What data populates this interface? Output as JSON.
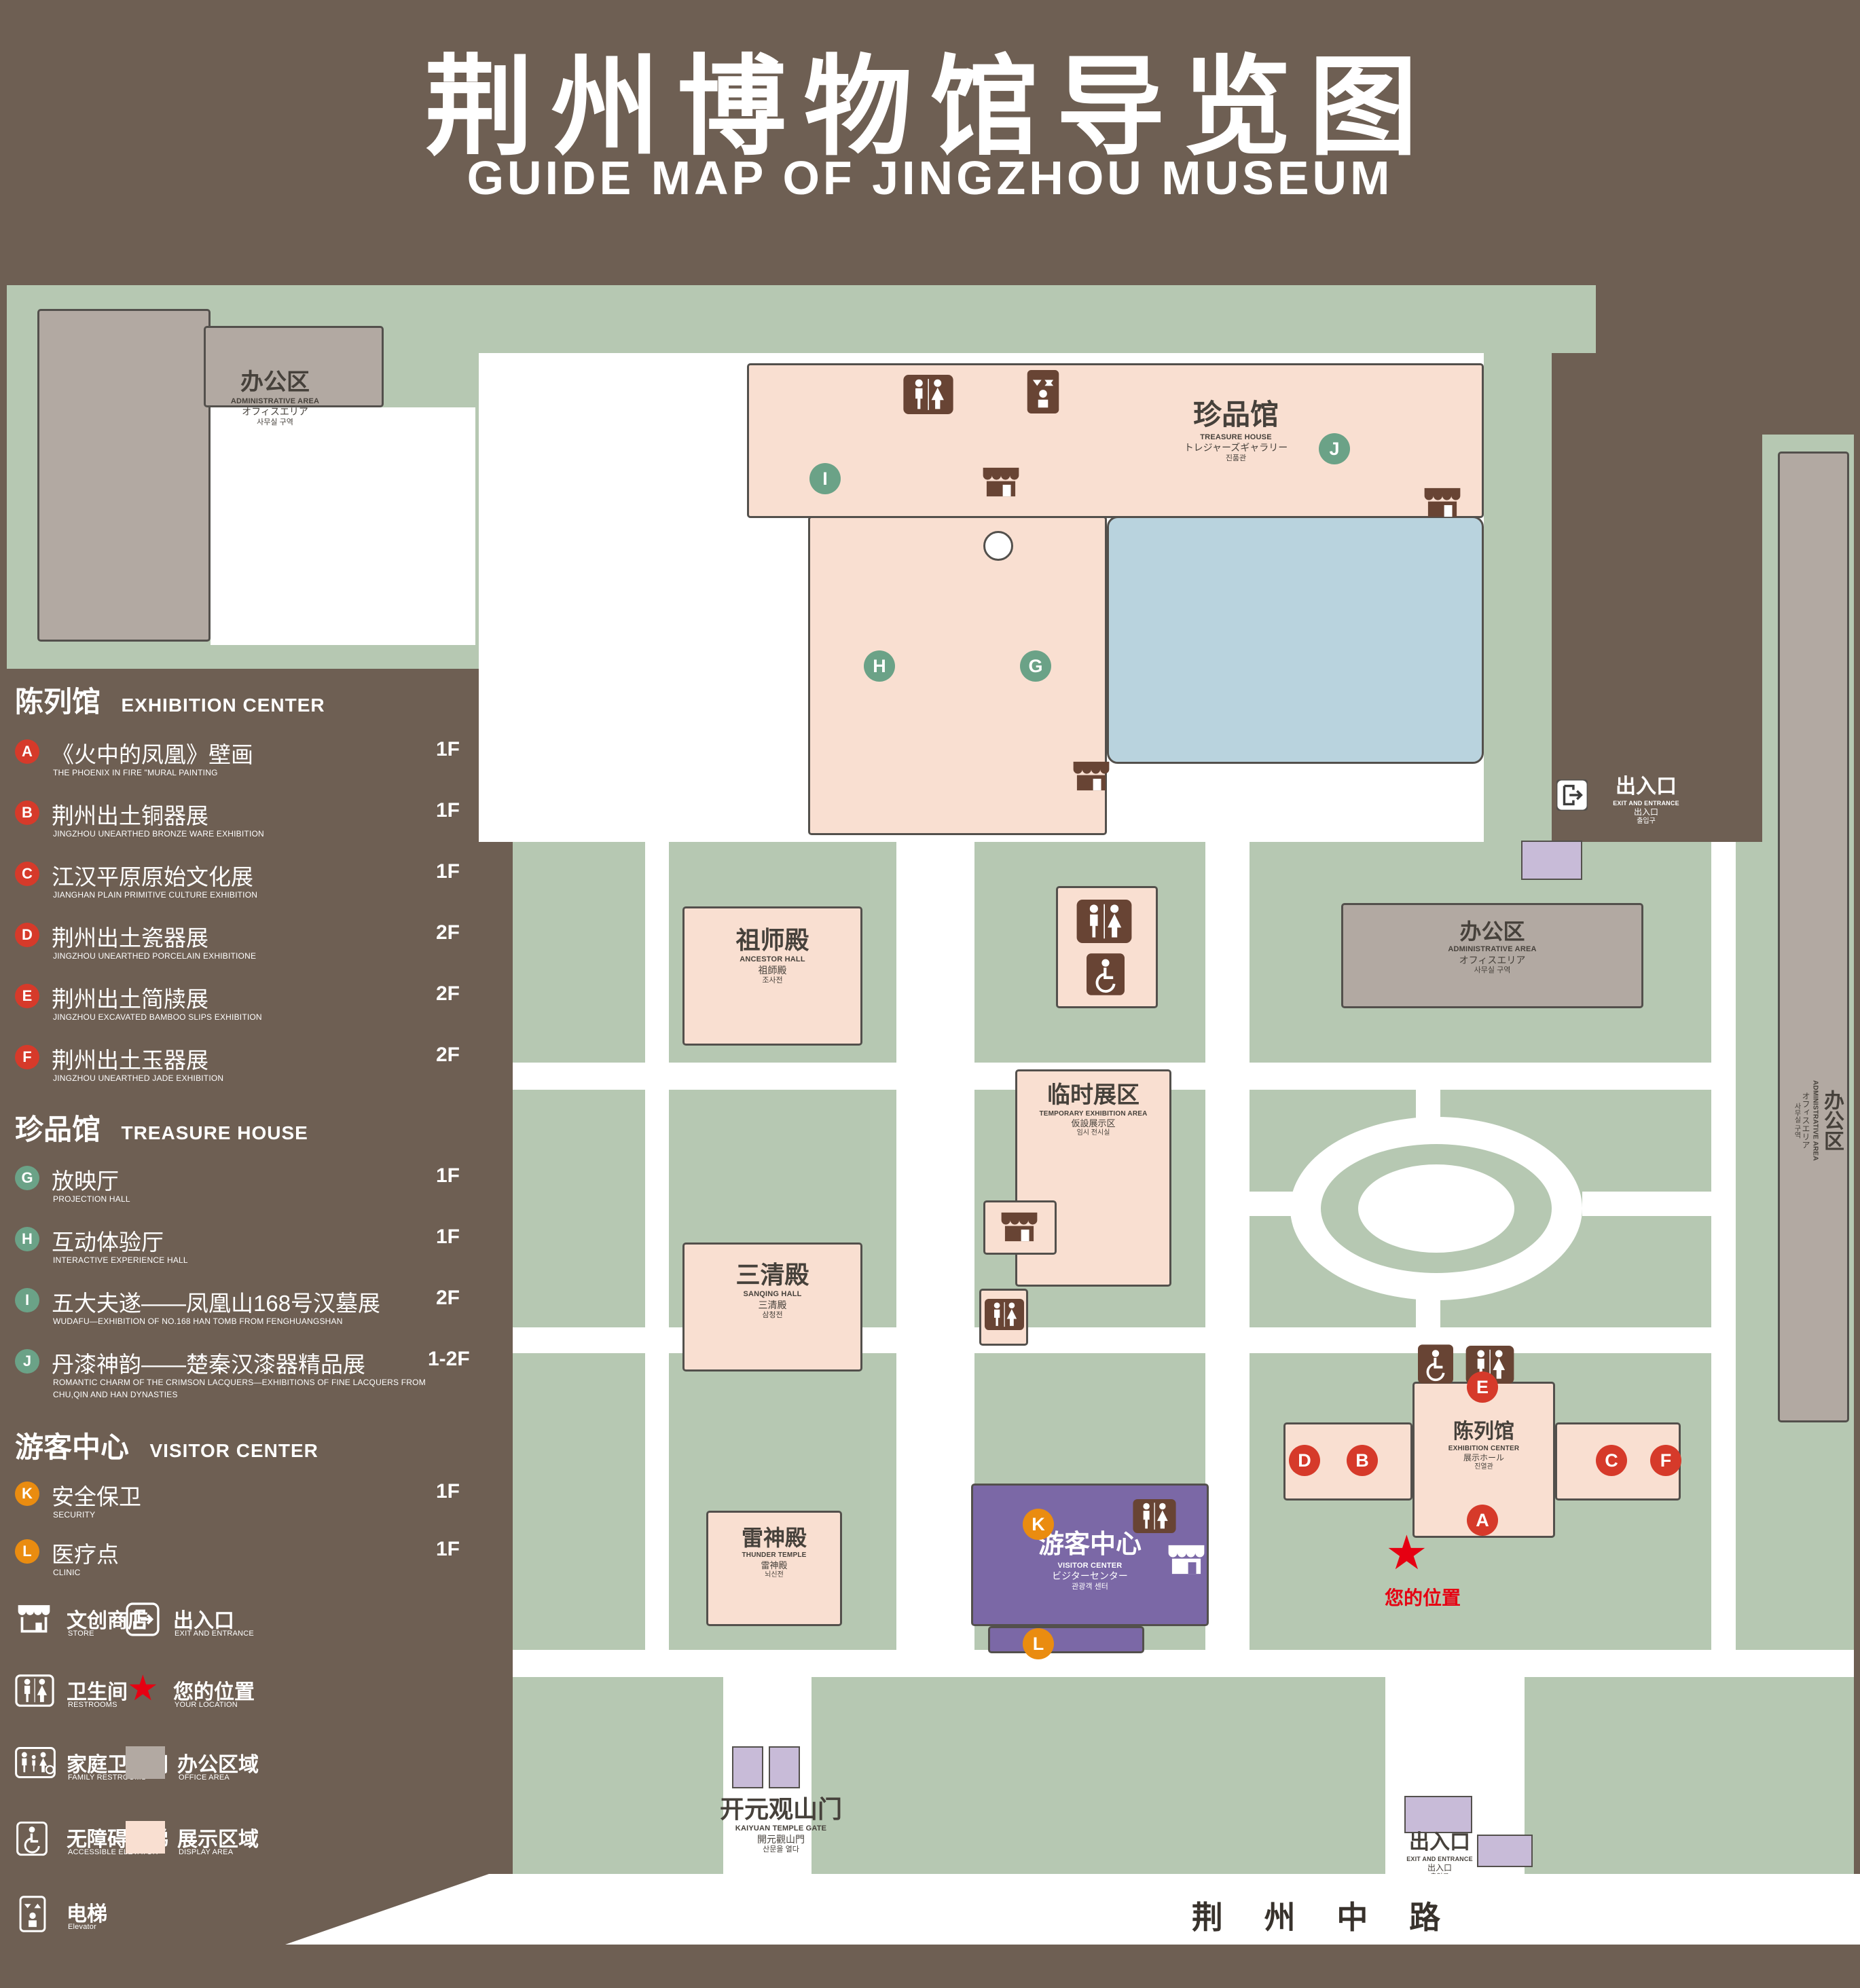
{
  "title": {
    "zh": "荆州博物馆导览图",
    "en": "GUIDE MAP OF JINGZHOU MUSEUM"
  },
  "colors": {
    "background": "#6e5f53",
    "map_green": "#b6c8b2",
    "display_pink": "#f9dfd1",
    "office_gray": "#b2a9a2",
    "visitor_purple": "#7b68a6",
    "pond_blue": "#b9d3de",
    "marker_red": "#d63a2a",
    "marker_green": "#6ba287",
    "marker_orange": "#ea8c10",
    "entrance_lilac": "#c8bbd8",
    "your_location_red": "#e60012"
  },
  "legend": {
    "sections": [
      {
        "zh": "陈列馆",
        "en": "EXHIBITION CENTER",
        "items": [
          {
            "letter": "A",
            "zh": "《火中的凤凰》壁画",
            "en": "THE PHOENIX IN FIRE \"MURAL PAINTING",
            "floor": "1F"
          },
          {
            "letter": "B",
            "zh": "荆州出土铜器展",
            "en": "JINGZHOU UNEARTHED BRONZE WARE EXHIBITION",
            "floor": "1F"
          },
          {
            "letter": "C",
            "zh": "江汉平原原始文化展",
            "en": "JIANGHAN PLAIN PRIMITIVE CULTURE EXHIBITION",
            "floor": "1F"
          },
          {
            "letter": "D",
            "zh": "荆州出土瓷器展",
            "en": "JINGZHOU UNEARTHED PORCELAIN EXHIBITIONE",
            "floor": "2F"
          },
          {
            "letter": "E",
            "zh": "荆州出土简牍展",
            "en": "JINGZHOU EXCAVATED BAMBOO SLIPS EXHIBITION",
            "floor": "2F"
          },
          {
            "letter": "F",
            "zh": "荆州出土玉器展",
            "en": "JINGZHOU UNEARTHED JADE EXHIBITION",
            "floor": "2F"
          }
        ]
      },
      {
        "zh": "珍品馆",
        "en": "TREASURE HOUSE",
        "items": [
          {
            "letter": "G",
            "zh": "放映厅",
            "en": "PROJECTION HALL",
            "floor": "1F"
          },
          {
            "letter": "H",
            "zh": "互动体验厅",
            "en": "INTERACTIVE EXPERIENCE HALL",
            "floor": "1F"
          },
          {
            "letter": "I",
            "zh": "五大夫遂——凤凰山168号汉墓展",
            "en": "WUDAFU—EXHIBITION OF NO.168 HAN TOMB FROM FENGHUANGSHAN",
            "floor": "2F"
          },
          {
            "letter": "J",
            "zh": "丹漆神韵——楚秦汉漆器精品展",
            "en": "ROMANTIC CHARM OF THE CRIMSON LACQUERS—EXHIBITIONS OF FINE LACQUERS FROM CHU,QIN AND HAN DYNASTIES",
            "floor": "1-2F"
          }
        ]
      },
      {
        "zh": "游客中心",
        "en": "VISITOR CENTER",
        "items": [
          {
            "letter": "K",
            "zh": "安全保卫",
            "en": "SECURITY",
            "floor": "1F"
          },
          {
            "letter": "L",
            "zh": "医疗点",
            "en": "CLINIC",
            "floor": "1F"
          }
        ]
      }
    ],
    "symbols": [
      {
        "icon": "store-icon",
        "zh": "文创商店",
        "en": "STORE"
      },
      {
        "icon": "exit-icon",
        "zh": "出入口",
        "en": "EXIT AND ENTRANCE"
      },
      {
        "icon": "restroom-icon",
        "zh": "卫生间",
        "en": "RESTROOMS"
      },
      {
        "icon": "location-star-icon",
        "zh": "您的位置",
        "en": "YOUR LOCATION"
      },
      {
        "icon": "family-restroom-icon",
        "zh": "家庭卫生间",
        "en": "FAMILY RESTROOMS"
      },
      {
        "icon": "office-area-swatch",
        "zh": "办公区域",
        "en": "OFFICE AREA"
      },
      {
        "icon": "accessible-elevator-icon",
        "zh": "无障碍电梯",
        "en": "ACCESSIBLE ELEVATOR"
      },
      {
        "icon": "display-area-swatch",
        "zh": "展示区域",
        "en": "DISPLAY AREA"
      },
      {
        "icon": "elevator-icon",
        "zh": "电梯",
        "en": "Elevator"
      }
    ]
  },
  "map": {
    "buildings": {
      "admin_nw": {
        "zh": "办公区",
        "en": "ADMINISTRATIVE AREA",
        "ja": "オフィスエリア",
        "ko": "사무실 구역"
      },
      "treasure_house": {
        "zh": "珍品馆",
        "en": "TREASURE HOUSE",
        "ja": "トレジャーズギャラリー",
        "ko": "진품관"
      },
      "ancestor_hall": {
        "zh": "祖师殿",
        "en": "ANCESTOR HALL",
        "ja": "祖師殿",
        "ko": "조사전"
      },
      "temporary_exhibition": {
        "zh": "临时展区",
        "en": "TEMPORARY EXHIBITION AREA",
        "ja": "仮設展示区",
        "ko": "임시 전시실"
      },
      "admin_e": {
        "zh": "办公区",
        "en": "ADMINISTRATIVE AREA",
        "ja": "オフィスエリア",
        "ko": "사무실 구역"
      },
      "sanqing_hall": {
        "zh": "三清殿",
        "en": "SANQING HALL",
        "ja": "三清殿",
        "ko": "삼청전"
      },
      "thunder_temple": {
        "zh": "雷神殿",
        "en": "THUNDER TEMPLE",
        "ja": "雷神殿",
        "ko": "뇌신전"
      },
      "visitor_center": {
        "zh": "游客中心",
        "en": "VISITOR CENTER",
        "ja": "ビジターセンター",
        "ko": "관광객 센터"
      },
      "exhibition_center": {
        "zh": "陈列馆",
        "en": "EXHIBITION CENTER",
        "ja": "展示ホール",
        "ko": "진열관"
      },
      "admin_far_right": {
        "zh": "办公区",
        "en": "ADMINISTRATIVE AREA",
        "ja": "オフィスエリア",
        "ko": "사무실 구역"
      }
    },
    "labels": {
      "your_location": "您的位置",
      "kaiyuan_gate": {
        "zh": "开元观山门",
        "en": "KAIYUAN TEMPLE GATE",
        "ja": "開元觀山門",
        "ko": "산문을 열다"
      },
      "exit_right": {
        "zh": "出入口",
        "en": "EXIT AND ENTRANCE",
        "ja": "出入口",
        "ko": "출입구"
      },
      "exit_bottom": {
        "zh": "出入口",
        "en": "EXIT AND ENTRANCE",
        "ja": "出入口",
        "ko": "출입구"
      },
      "road": "荆 州 中 路"
    },
    "markers": {
      "red": [
        "A",
        "B",
        "C",
        "D",
        "E",
        "F"
      ],
      "green": [
        "G",
        "H",
        "I",
        "J"
      ],
      "orange": [
        "K",
        "L"
      ]
    }
  }
}
